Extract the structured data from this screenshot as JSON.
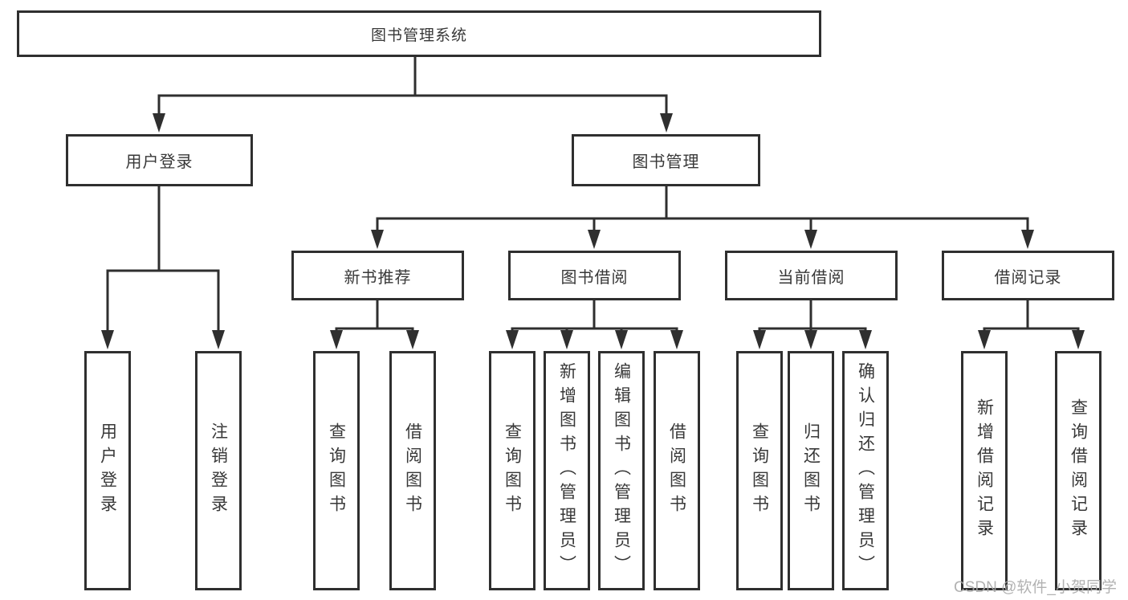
{
  "tree": {
    "label": "图书管理系统",
    "children": [
      {
        "label": "用户登录",
        "children": [
          {
            "label": "用户登录"
          },
          {
            "label": "注销登录"
          }
        ]
      },
      {
        "label": "图书管理",
        "children": [
          {
            "label": "新书推荐",
            "children": [
              {
                "label": "查询图书"
              },
              {
                "label": "借阅图书"
              }
            ]
          },
          {
            "label": "图书借阅",
            "children": [
              {
                "label": "查询图书"
              },
              {
                "label": "新增图书（管理员）"
              },
              {
                "label": "编辑图书（管理员）"
              },
              {
                "label": "借阅图书"
              }
            ]
          },
          {
            "label": "当前借阅",
            "children": [
              {
                "label": "查询图书"
              },
              {
                "label": "归还图书"
              },
              {
                "label": "确认归还（管理员）"
              }
            ]
          },
          {
            "label": "借阅记录",
            "children": [
              {
                "label": "新增借阅记录"
              },
              {
                "label": "查询借阅记录"
              }
            ]
          }
        ]
      }
    ]
  },
  "watermark": {
    "text": "CSDN @软件_小贺同学"
  },
  "colors": {
    "line": "#2f2f2f",
    "text": "#383838",
    "watermark": "#aaaaaa",
    "background": "#ffffff"
  }
}
